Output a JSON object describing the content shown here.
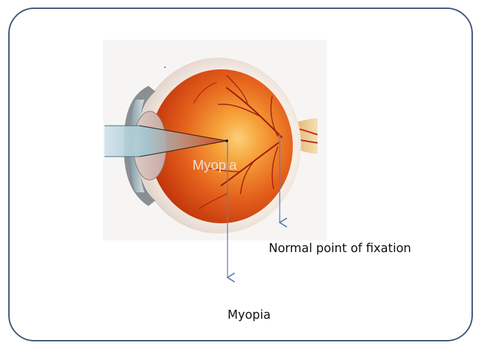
{
  "diagram": {
    "inner_label": "Myopia",
    "labels": {
      "normal_fixation": "Normal point of fixation",
      "myopia": "Myopia"
    },
    "colors": {
      "frame_border": "#3c5578",
      "arrow": "#5b7fb5",
      "eye_red": "#d2400f",
      "eye_orange": "#f08a1c",
      "sclera": "#efe4dc",
      "nerve": "#e9c48a"
    }
  }
}
